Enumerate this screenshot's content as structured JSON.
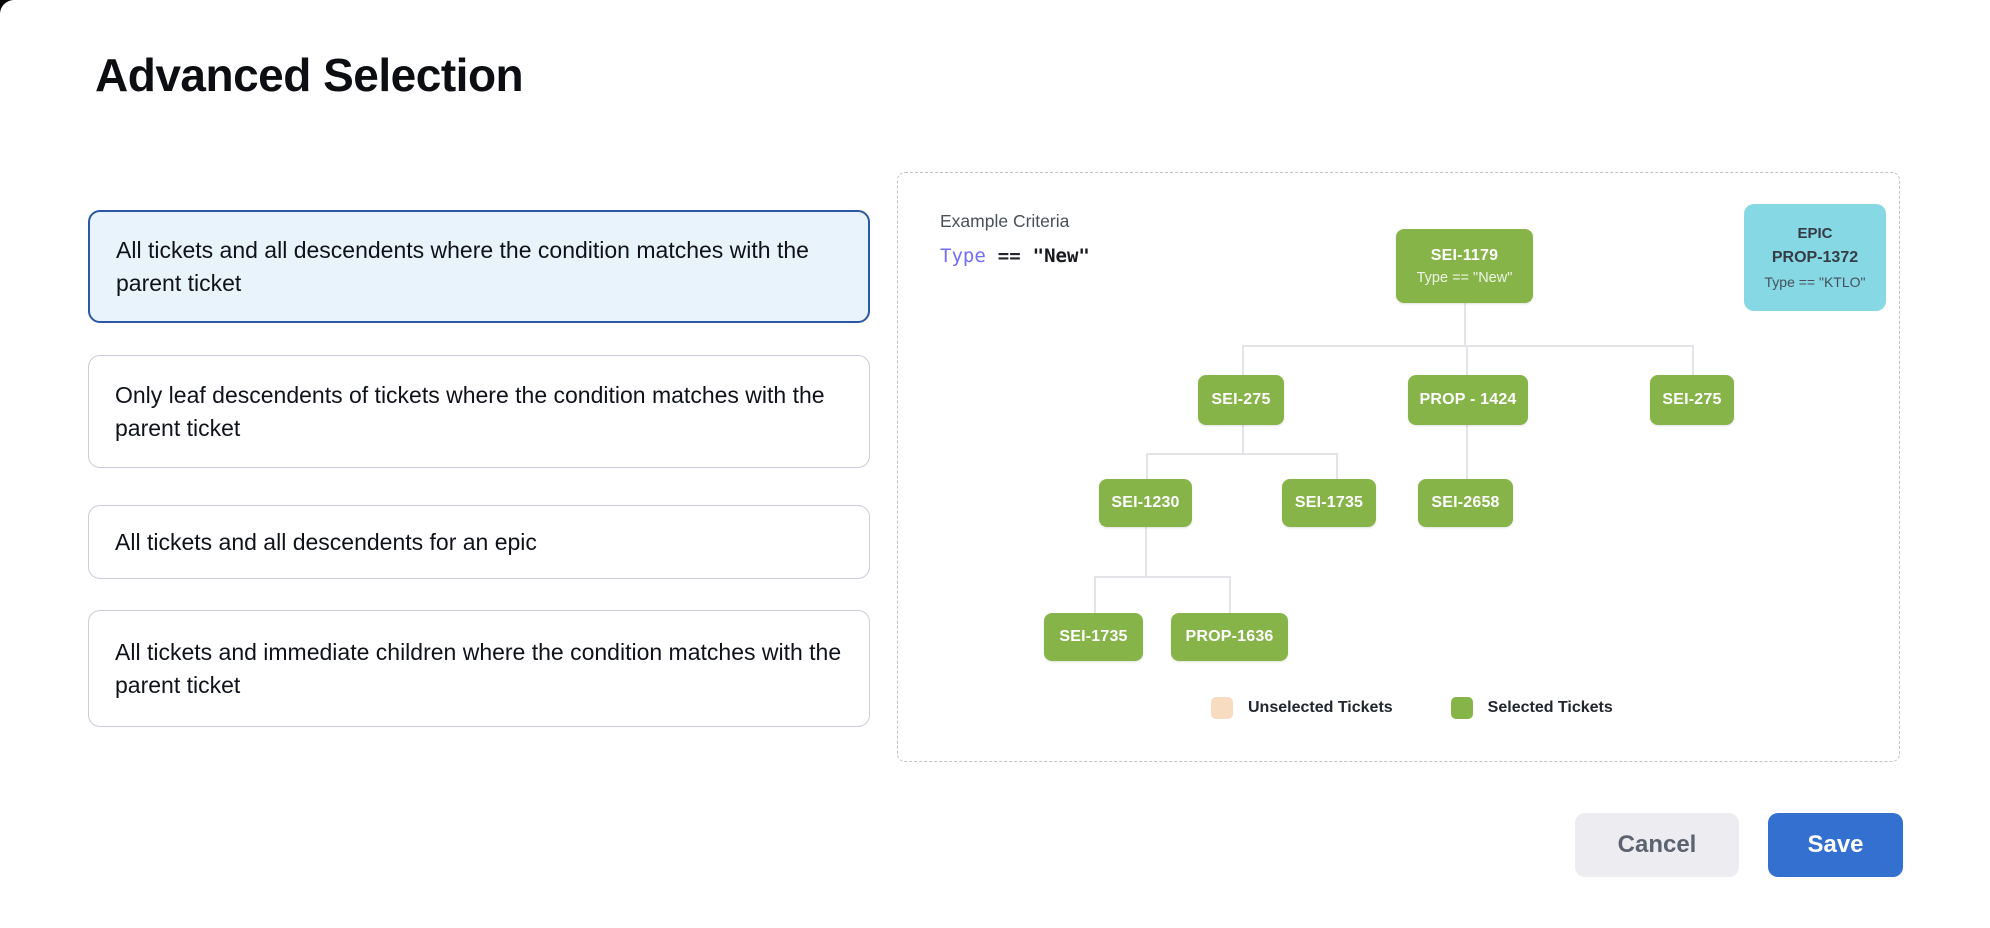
{
  "title": "Advanced Selection",
  "options": [
    {
      "label": "All tickets and all descendents where the condition matches with the parent ticket",
      "selected": true
    },
    {
      "label": "Only leaf descendents of tickets where the condition matches with the parent ticket",
      "selected": false
    },
    {
      "label": "All tickets and all descendents for an epic",
      "selected": false
    },
    {
      "label": "All tickets and immediate children where the condition matches with the parent ticket",
      "selected": false
    }
  ],
  "panel": {
    "heading": "Example Criteria",
    "criteria": {
      "field": "Type",
      "operator": "==",
      "value": "\"New\""
    },
    "epic_card": {
      "type_label": "EPIC",
      "ticket_id": "PROP-1372",
      "condition": "Type == \"KTLO\""
    },
    "tree_nodes": [
      {
        "label": "SEI-1179",
        "condition": "Type == \"New\""
      },
      {
        "label": "SEI-275"
      },
      {
        "label": "PROP - 1424"
      },
      {
        "label": "SEI-275"
      },
      {
        "label": "SEI-1230"
      },
      {
        "label": "SEI-1735"
      },
      {
        "label": "SEI-2658"
      },
      {
        "label": "SEI-1735"
      },
      {
        "label": "PROP-1636"
      }
    ],
    "legend": [
      {
        "label": "Unselected Tickets",
        "color": "#f8dcc2"
      },
      {
        "label": "Selected Tickets",
        "color": "#87b449"
      }
    ]
  },
  "footer": {
    "cancel": "Cancel",
    "save": "Save"
  },
  "colors": {
    "selected_node_green": "#87b449",
    "epic_card_cyan": "#85d8e4",
    "unselected_peach": "#f8dcc2",
    "selected_option_border": "#2b57a5",
    "selected_option_bg": "#e9f3fb",
    "save_button_blue": "#3470cf",
    "criteria_keyword": "#716df4"
  }
}
